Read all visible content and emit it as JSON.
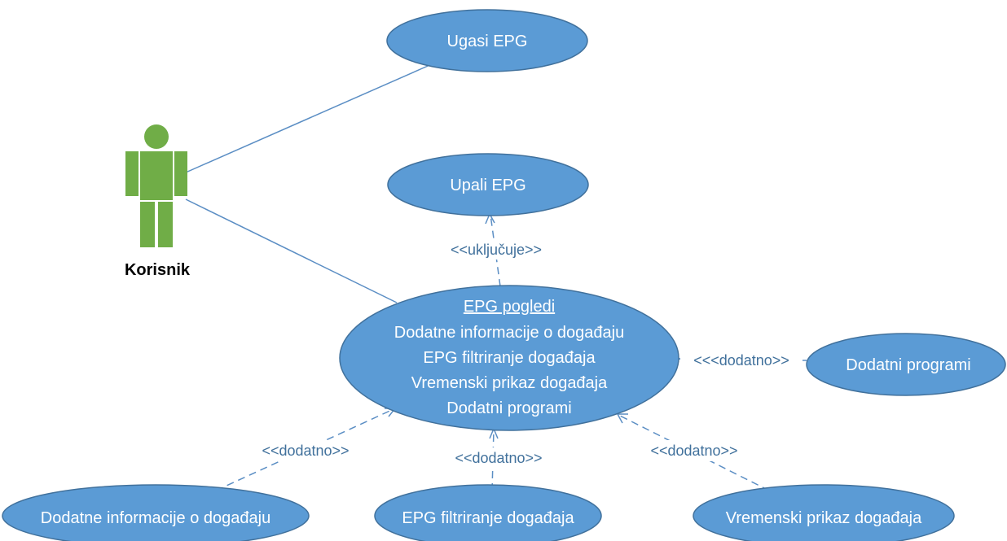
{
  "actor": {
    "name": "Korisnik",
    "color": "#70ad47"
  },
  "colors": {
    "usecase_fill": "#5b9bd5",
    "line": "#5b8ec4",
    "label": "#41719c"
  },
  "usecases": {
    "ugasi": "Ugasi EPG",
    "upali": "Upali EPG",
    "main_title": "EPG pogledi",
    "main_lines": [
      "Dodatne informacije o događaju",
      "EPG filtriranje događaja",
      "Vremenski prikaz događaja",
      "Dodatni programi"
    ],
    "dodatni_programi": "Dodatni programi",
    "dodatne_informacije": "Dodatne informacije o događaju",
    "epg_filtriranje": "EPG filtriranje događaja",
    "vremenski_prikaz": "Vremenski prikaz događaja"
  },
  "stereotypes": {
    "ukljucuje": "<<uključuje>>",
    "dodatno_right": "<<<dodatno>>",
    "dodatno_left": "<<dodatno>>",
    "dodatno_middle": "<<dodatno>>",
    "dodatno_bottom_right": "<<dodatno>>"
  }
}
